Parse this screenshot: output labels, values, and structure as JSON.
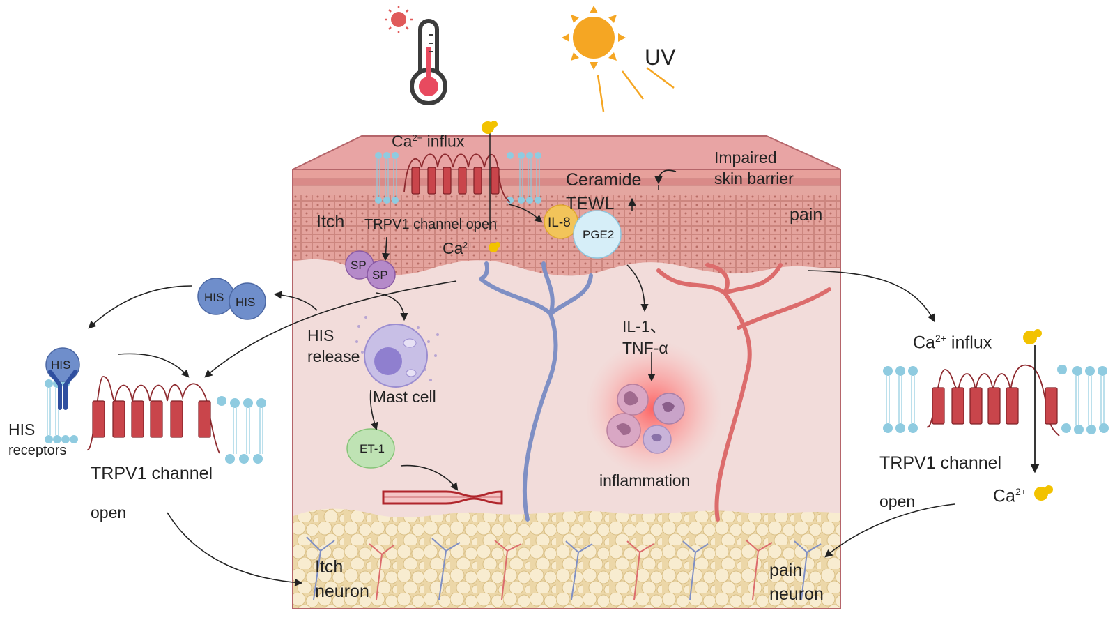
{
  "labels": {
    "uv": "UV",
    "ca_influx_top": "Ca",
    "ca_influx_top_sup": "2+",
    "ca_influx_top_tail": " influx",
    "impaired_line1": "Impaired",
    "impaired_line2": "skin barrier",
    "ceramide": "Ceramide",
    "tewl": "TEWL",
    "itch": "Itch",
    "trpv1_open_top": "TRPV1 channel open",
    "il8": "IL-8",
    "pge2": "PGE2",
    "pain": "pain",
    "ca_mid": "Ca",
    "ca_mid_sup": "2+",
    "sp1": "SP",
    "sp2": "SP",
    "his1": "HIS",
    "his2": "HIS",
    "his_release_line1": "HIS",
    "his_release_line2": "release",
    "mast_cell": "Mast cell",
    "il1_line1": "IL-1、",
    "il1_line2": "TNF-α",
    "inflammation": "inflammation",
    "et1": "ET-1",
    "his_receptor_his": "HIS",
    "his_receptors_line1": "HIS",
    "his_receptors_line2": "receptors",
    "trpv1_channel_left": "TRPV1 channel",
    "open_left": "open",
    "itch_neuron_line1": "Itch",
    "itch_neuron_line2": "neuron",
    "ca_influx_right": "Ca",
    "ca_influx_right_sup": "2+",
    "ca_influx_right_tail": " influx",
    "trpv1_channel_right": "TRPV1 channel",
    "open_right": "open",
    "ca_right": "Ca",
    "ca_right_sup": "2+",
    "pain_neuron_line1": "pain",
    "pain_neuron_line2": "neuron"
  },
  "colors": {
    "skin_top": "#e8a4a4",
    "epidermis": "#e1a09a",
    "dermis": "#f2dcda",
    "fat": "#f4e6c2",
    "channel_red": "#c9454b",
    "itch_nerve": "#7f8fc4",
    "pain_nerve": "#dc6c6c",
    "sun": "#f5a623",
    "ca_ion": "#f2c200",
    "his_blue": "#6f8ecb",
    "sp_purple": "#b58ac9",
    "il8_yellow": "#f2c45a",
    "pge2_blue": "#d6eef8",
    "et1_green": "#bfe3b4",
    "lipid_blue": "#8fcbe0"
  },
  "icons": [
    "thermometer-icon",
    "sun-icon",
    "mast-cell-icon",
    "neutrophil-icon",
    "blood-vessel-icon",
    "calcium-ion-icon",
    "his-receptor-icon"
  ]
}
